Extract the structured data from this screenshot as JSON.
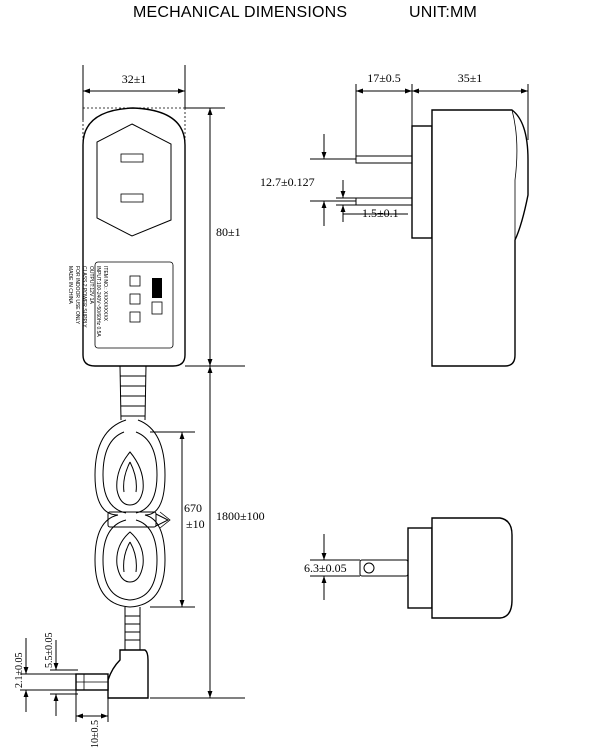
{
  "header": {
    "title": "MECHANICAL DIMENSIONS",
    "unit": "UNIT:MM"
  },
  "dimensions": {
    "front_width": "32±1",
    "front_height": "80±1",
    "cable_length": "1800±100",
    "coil_length_value": "670",
    "coil_length_tol": "±10",
    "side_pin_length": "17±0.5",
    "side_body_depth": "35±1",
    "pin_spacing": "12.7±0.127",
    "pin_thickness": "1.5±0.1",
    "pin_hole": "6.3±0.05",
    "plug_inner_dia": "2.1±0.05",
    "plug_outer_dia": "5.5±0.05",
    "plug_length": "10±0.5"
  }
}
